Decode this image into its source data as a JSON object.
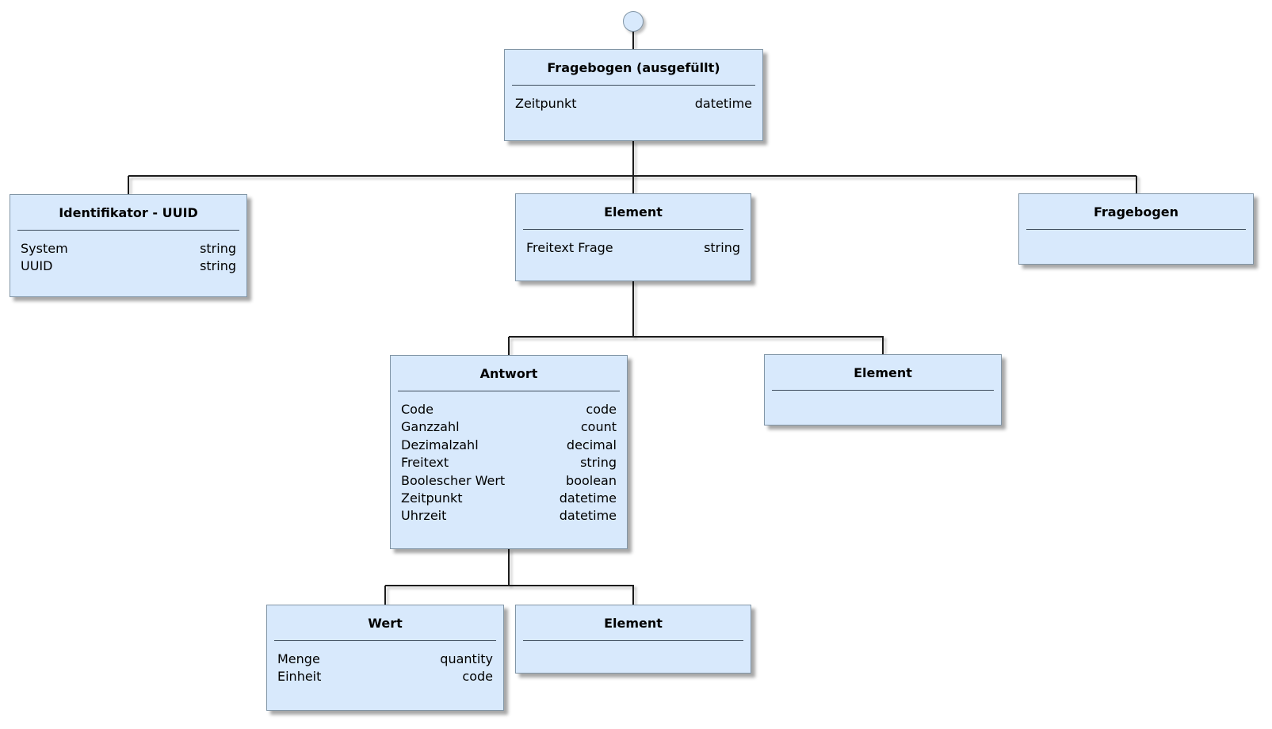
{
  "diagram": {
    "type": "tree",
    "root_anchor": "circle",
    "colors": {
      "node_fill": "#d8e9fc",
      "node_border": "#8195a6",
      "separator": "#3d4c5c",
      "connector": "#1c1c1c",
      "circle_fill": "#d8e9fc",
      "circle_border": "#8195a6",
      "background": "#ffffff"
    },
    "nodes": [
      {
        "id": "fragebogen-ausgefuellt",
        "title": "Fragebogen (ausgefüllt)",
        "attributes": [
          {
            "name": "Zeitpunkt",
            "type": "datetime"
          }
        ]
      },
      {
        "id": "identifikator-uuid",
        "title": "Identifikator - UUID",
        "attributes": [
          {
            "name": "System",
            "type": "string"
          },
          {
            "name": "UUID",
            "type": "string"
          }
        ]
      },
      {
        "id": "element-freitext-frage",
        "title": "Element",
        "attributes": [
          {
            "name": "Freitext Frage",
            "type": "string"
          }
        ]
      },
      {
        "id": "fragebogen",
        "title": "Fragebogen",
        "attributes": []
      },
      {
        "id": "antwort",
        "title": "Antwort",
        "attributes": [
          {
            "name": "Code",
            "type": "code"
          },
          {
            "name": "Ganzzahl",
            "type": "count"
          },
          {
            "name": "Dezimalzahl",
            "type": "decimal"
          },
          {
            "name": "Freitext",
            "type": "string"
          },
          {
            "name": "Boolescher Wert",
            "type": "boolean"
          },
          {
            "name": "Zeitpunkt",
            "type": "datetime"
          },
          {
            "name": "Uhrzeit",
            "type": "datetime"
          }
        ]
      },
      {
        "id": "element-child",
        "title": "Element",
        "attributes": []
      },
      {
        "id": "wert",
        "title": "Wert",
        "attributes": [
          {
            "name": "Menge",
            "type": "quantity"
          },
          {
            "name": "Einheit",
            "type": "code"
          }
        ]
      },
      {
        "id": "element-leaf",
        "title": "Element",
        "attributes": []
      }
    ],
    "edges": [
      {
        "from": "fragebogen-ausgefuellt",
        "to": "identifikator-uuid"
      },
      {
        "from": "fragebogen-ausgefuellt",
        "to": "element-freitext-frage"
      },
      {
        "from": "fragebogen-ausgefuellt",
        "to": "fragebogen"
      },
      {
        "from": "element-freitext-frage",
        "to": "antwort"
      },
      {
        "from": "element-freitext-frage",
        "to": "element-child"
      },
      {
        "from": "antwort",
        "to": "wert"
      },
      {
        "from": "antwort",
        "to": "element-leaf"
      }
    ]
  }
}
